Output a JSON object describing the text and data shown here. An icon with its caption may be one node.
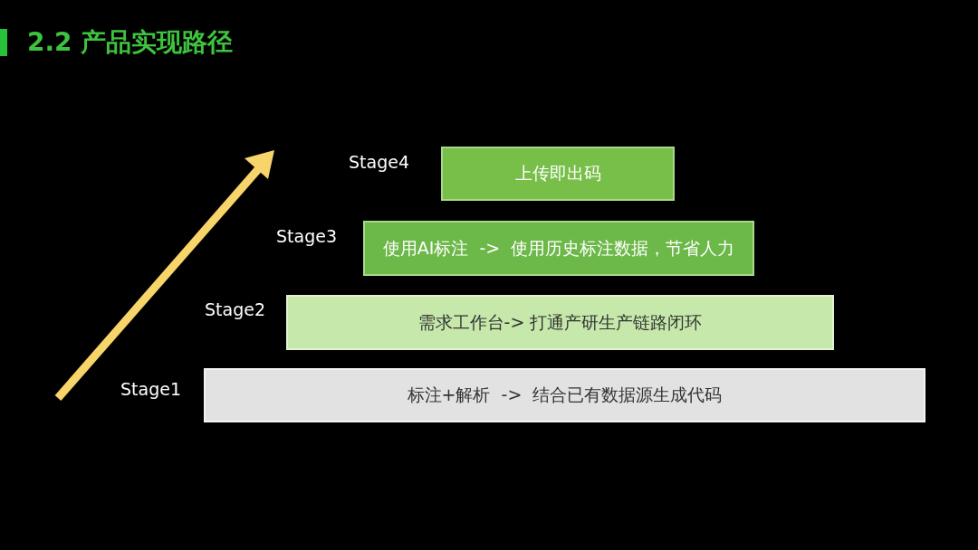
{
  "diagram": {
    "title": "2.2 产品实现路径",
    "nodes": [
      {
        "text": [
          "上传即出码"
        ],
        "beside": [
          "Stage4"
        ]
      },
      {
        "text": [
          "使用AI标注  ->  使用历史标注数据，节省人力"
        ],
        "beside": [
          "Stage3"
        ]
      },
      {
        "text": [
          "需求工作台-> 打通产研生产链路闭环"
        ],
        "beside": [
          "Stage2"
        ]
      },
      {
        "text": [
          "标注+解析  ->  结合已有数据源生成代码"
        ],
        "beside": [
          "Stage1"
        ]
      }
    ]
  }
}
